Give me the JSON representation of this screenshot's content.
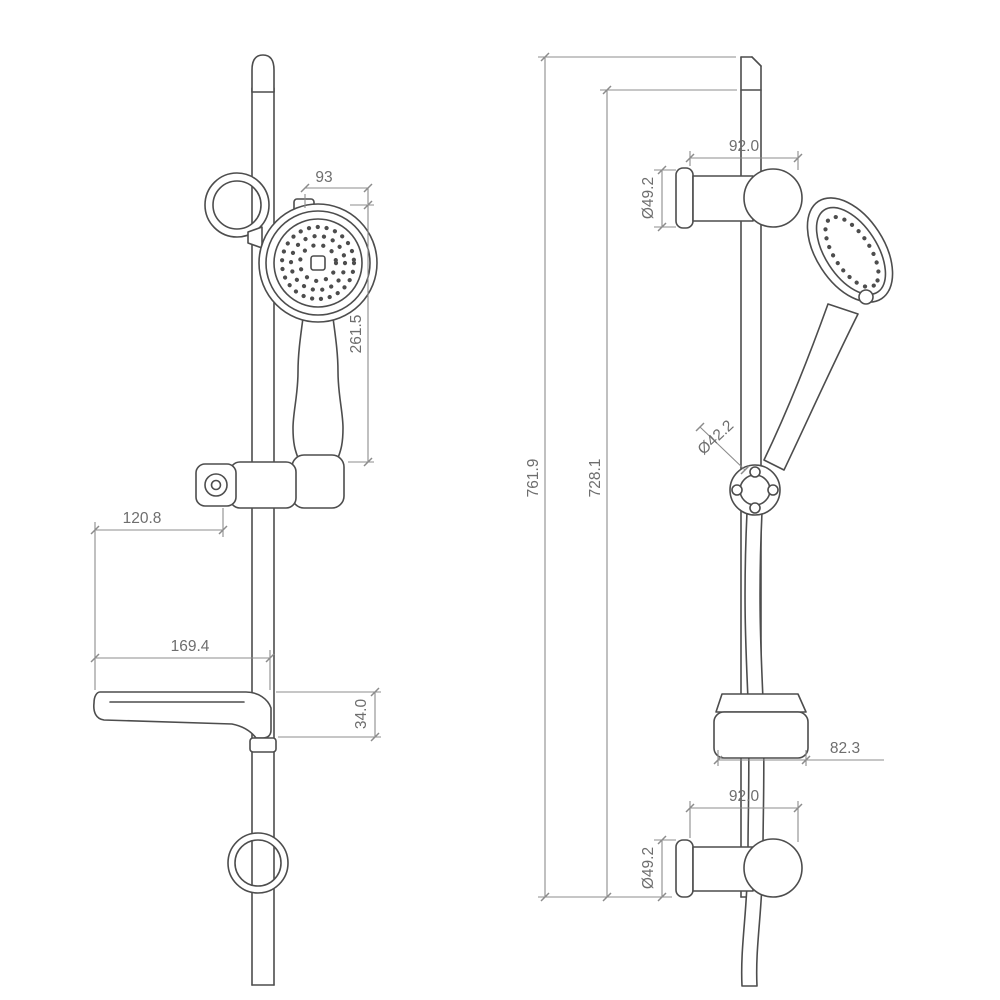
{
  "colors": {
    "line": "#4d4d4d",
    "dim": "#8c8c8c",
    "text": "#6e6e6e",
    "bg": "#ffffff"
  },
  "views": {
    "front": {
      "dims": {
        "head_width": "93",
        "handset_length": "261.5",
        "holder_offset": "120.8",
        "shelf_length": "169.4",
        "shelf_thickness": "34.0"
      }
    },
    "side": {
      "dims": {
        "overall_height": "761.9",
        "rail_height": "728.1",
        "top_bracket_reach": "92.0",
        "top_bracket_diameter": "Ø49.2",
        "hose_nut_diameter": "Ø42.2",
        "holder_depth": "82.3",
        "bottom_bracket_reach": "92.0",
        "bottom_bracket_diameter": "Ø49.2"
      }
    }
  }
}
